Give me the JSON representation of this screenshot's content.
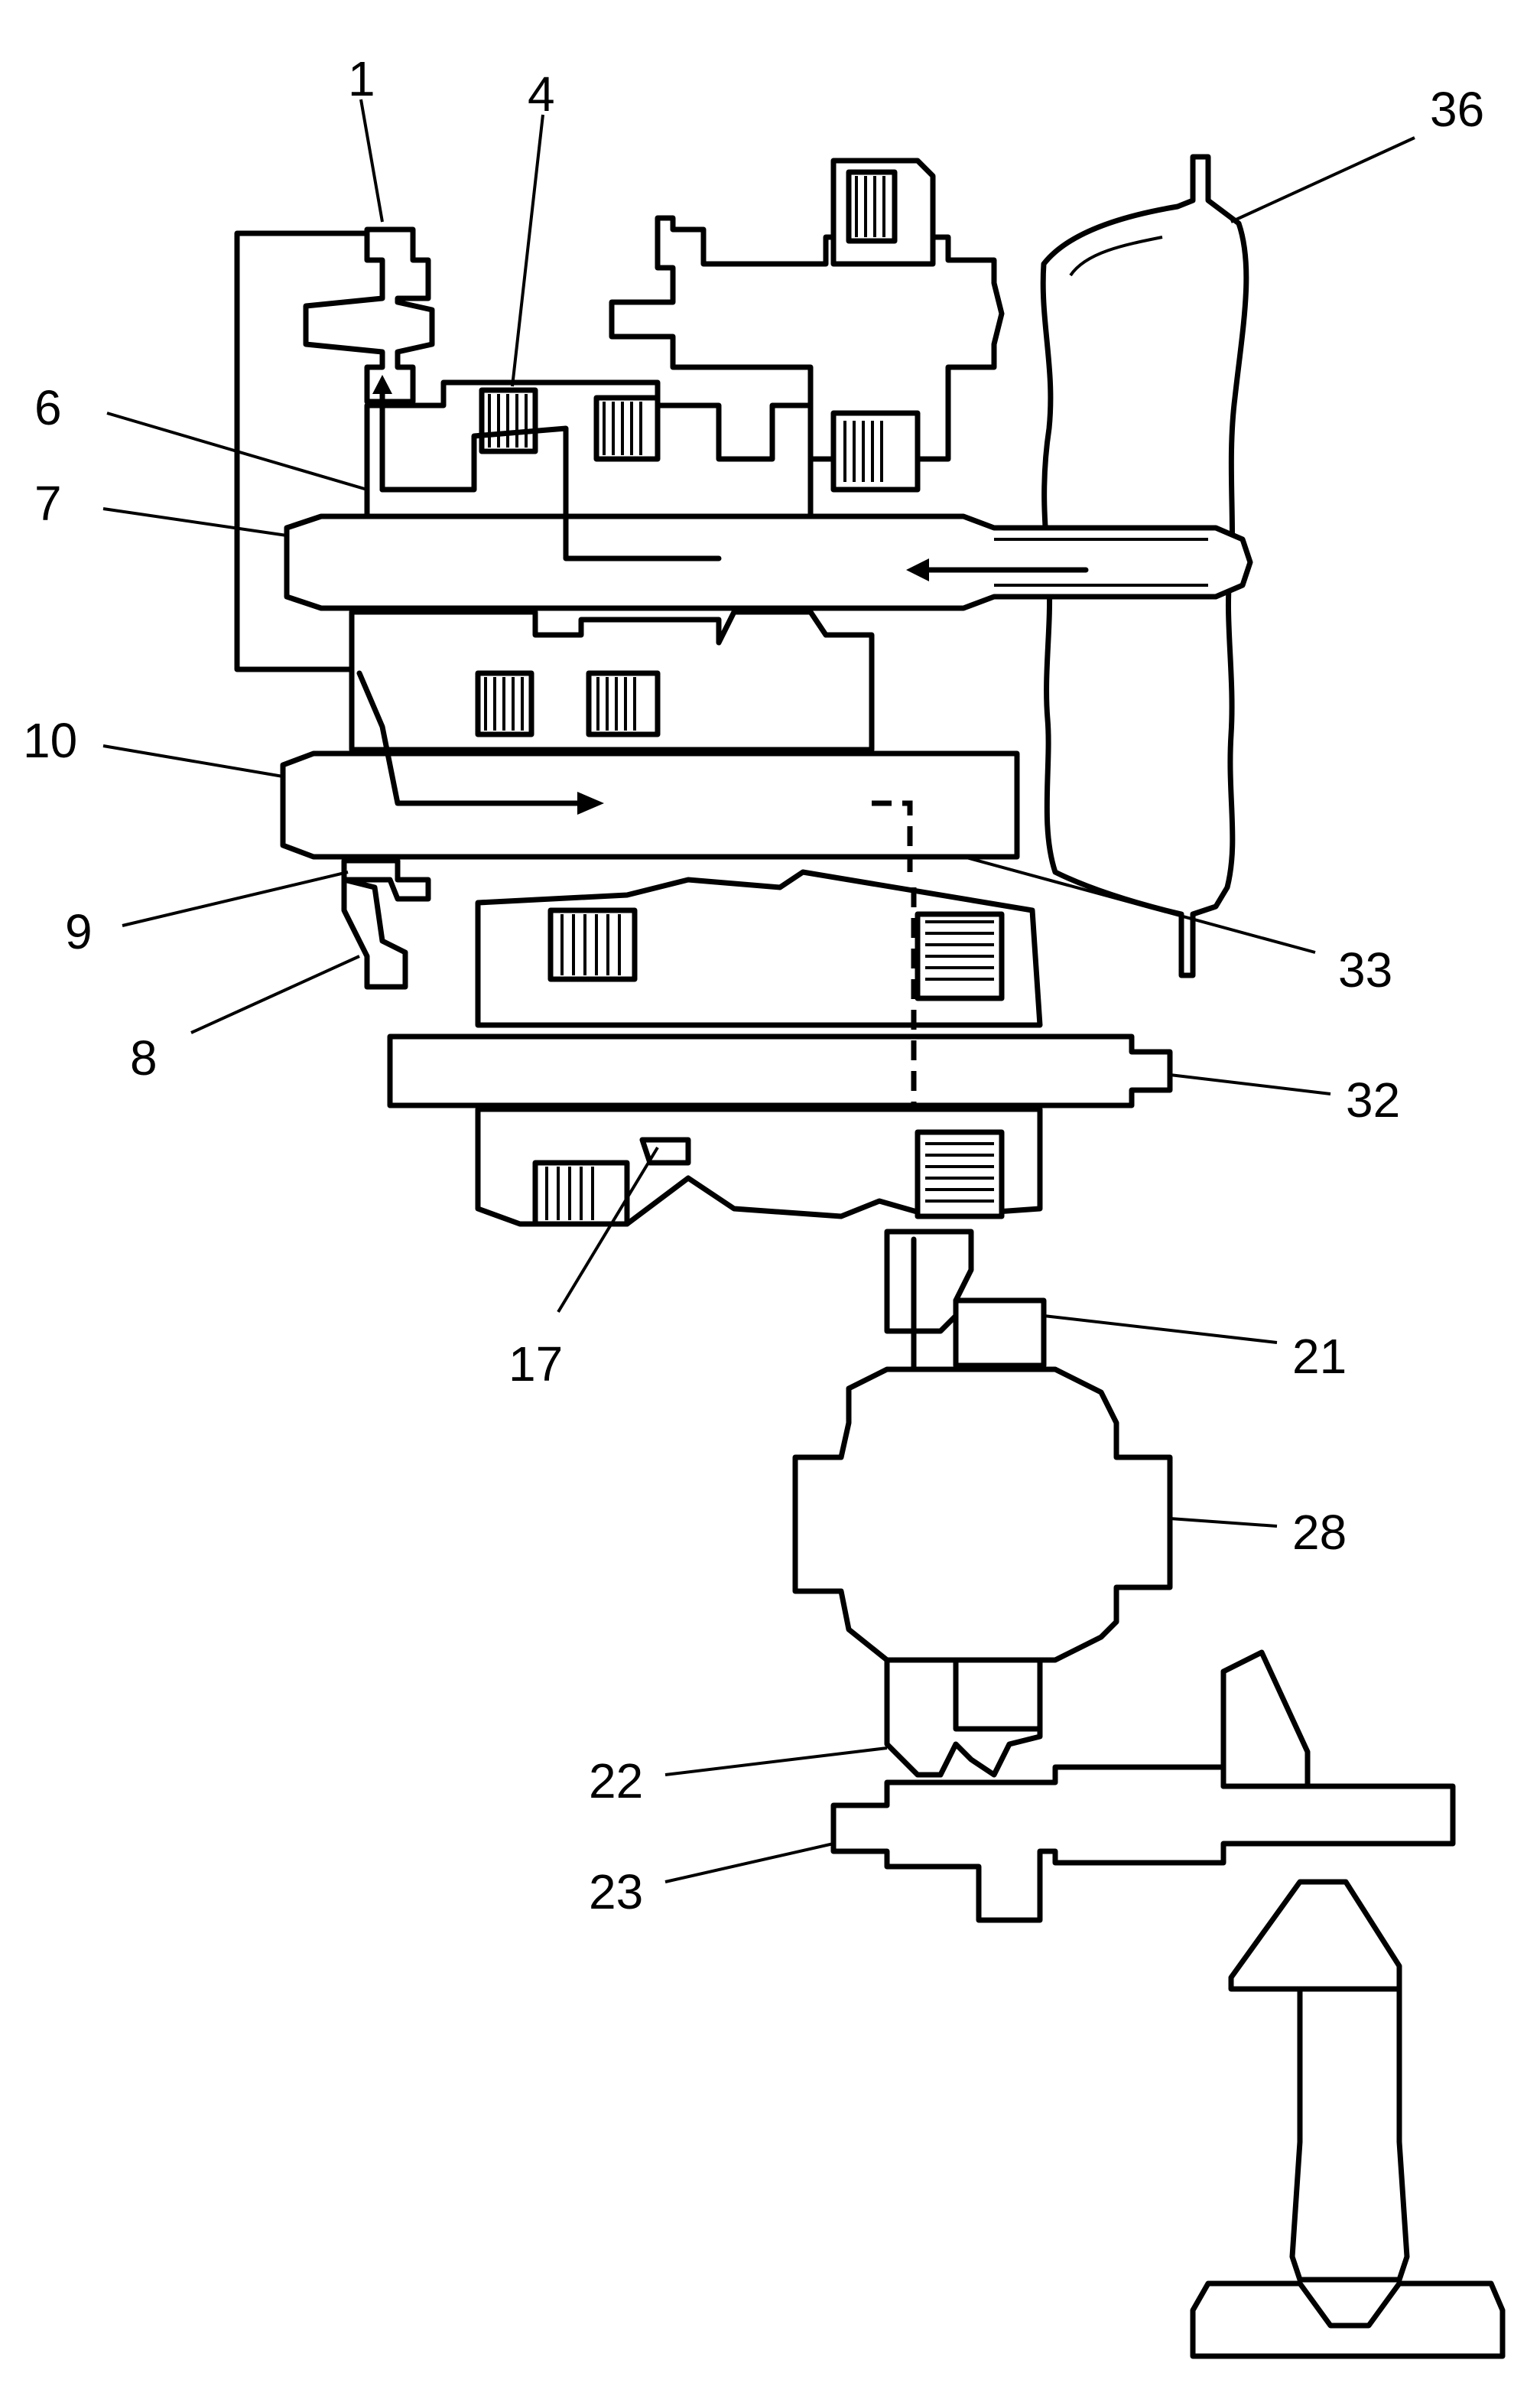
{
  "diagram": {
    "callouts": [
      {
        "id": "c1",
        "text": "1"
      },
      {
        "id": "c4",
        "text": "4"
      },
      {
        "id": "c36",
        "text": "36"
      },
      {
        "id": "c6",
        "text": "6"
      },
      {
        "id": "c7",
        "text": "7"
      },
      {
        "id": "c10",
        "text": "10"
      },
      {
        "id": "c9",
        "text": "9"
      },
      {
        "id": "c33",
        "text": "33"
      },
      {
        "id": "c8",
        "text": "8"
      },
      {
        "id": "c32",
        "text": "32"
      },
      {
        "id": "c17",
        "text": "17"
      },
      {
        "id": "c21",
        "text": "21"
      },
      {
        "id": "c28",
        "text": "28"
      },
      {
        "id": "c22",
        "text": "22"
      },
      {
        "id": "c23",
        "text": "23"
      }
    ]
  }
}
